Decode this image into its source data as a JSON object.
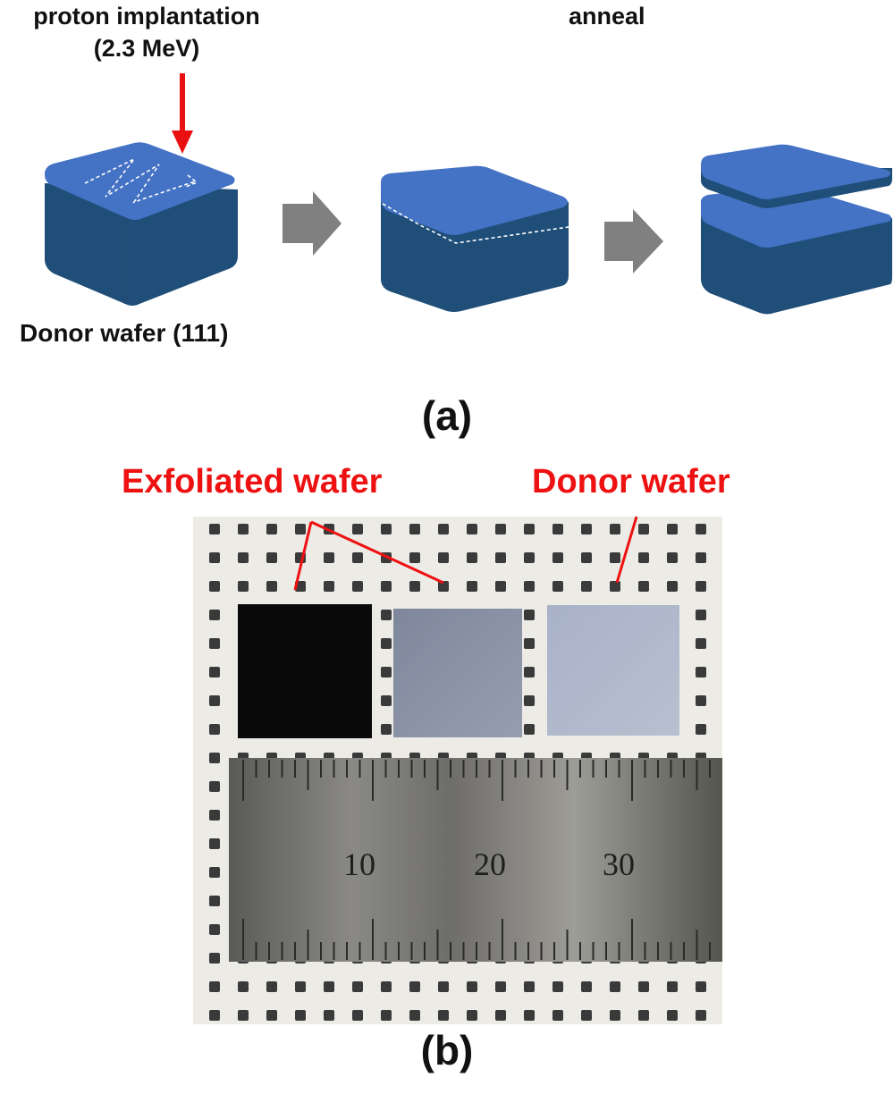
{
  "panel_a": {
    "step1_label_line1": "proton implantation",
    "step1_label_line2": "(2.3 MeV)",
    "step2_label": "anneal",
    "wafer_label": "Donor wafer (111)",
    "caption": "(a)"
  },
  "panel_b": {
    "exfoliated_label": "Exfoliated wafer",
    "donor_label": "Donor wafer",
    "ruler_ticks": [
      "10",
      "20",
      "30"
    ],
    "caption": "(b)"
  },
  "colors": {
    "wafer_top": "#4472c4",
    "wafer_side": "#1f4e79",
    "arrow_red": "#e81010",
    "arrow_gray": "#808080",
    "annotation_red": "#ee1111"
  }
}
